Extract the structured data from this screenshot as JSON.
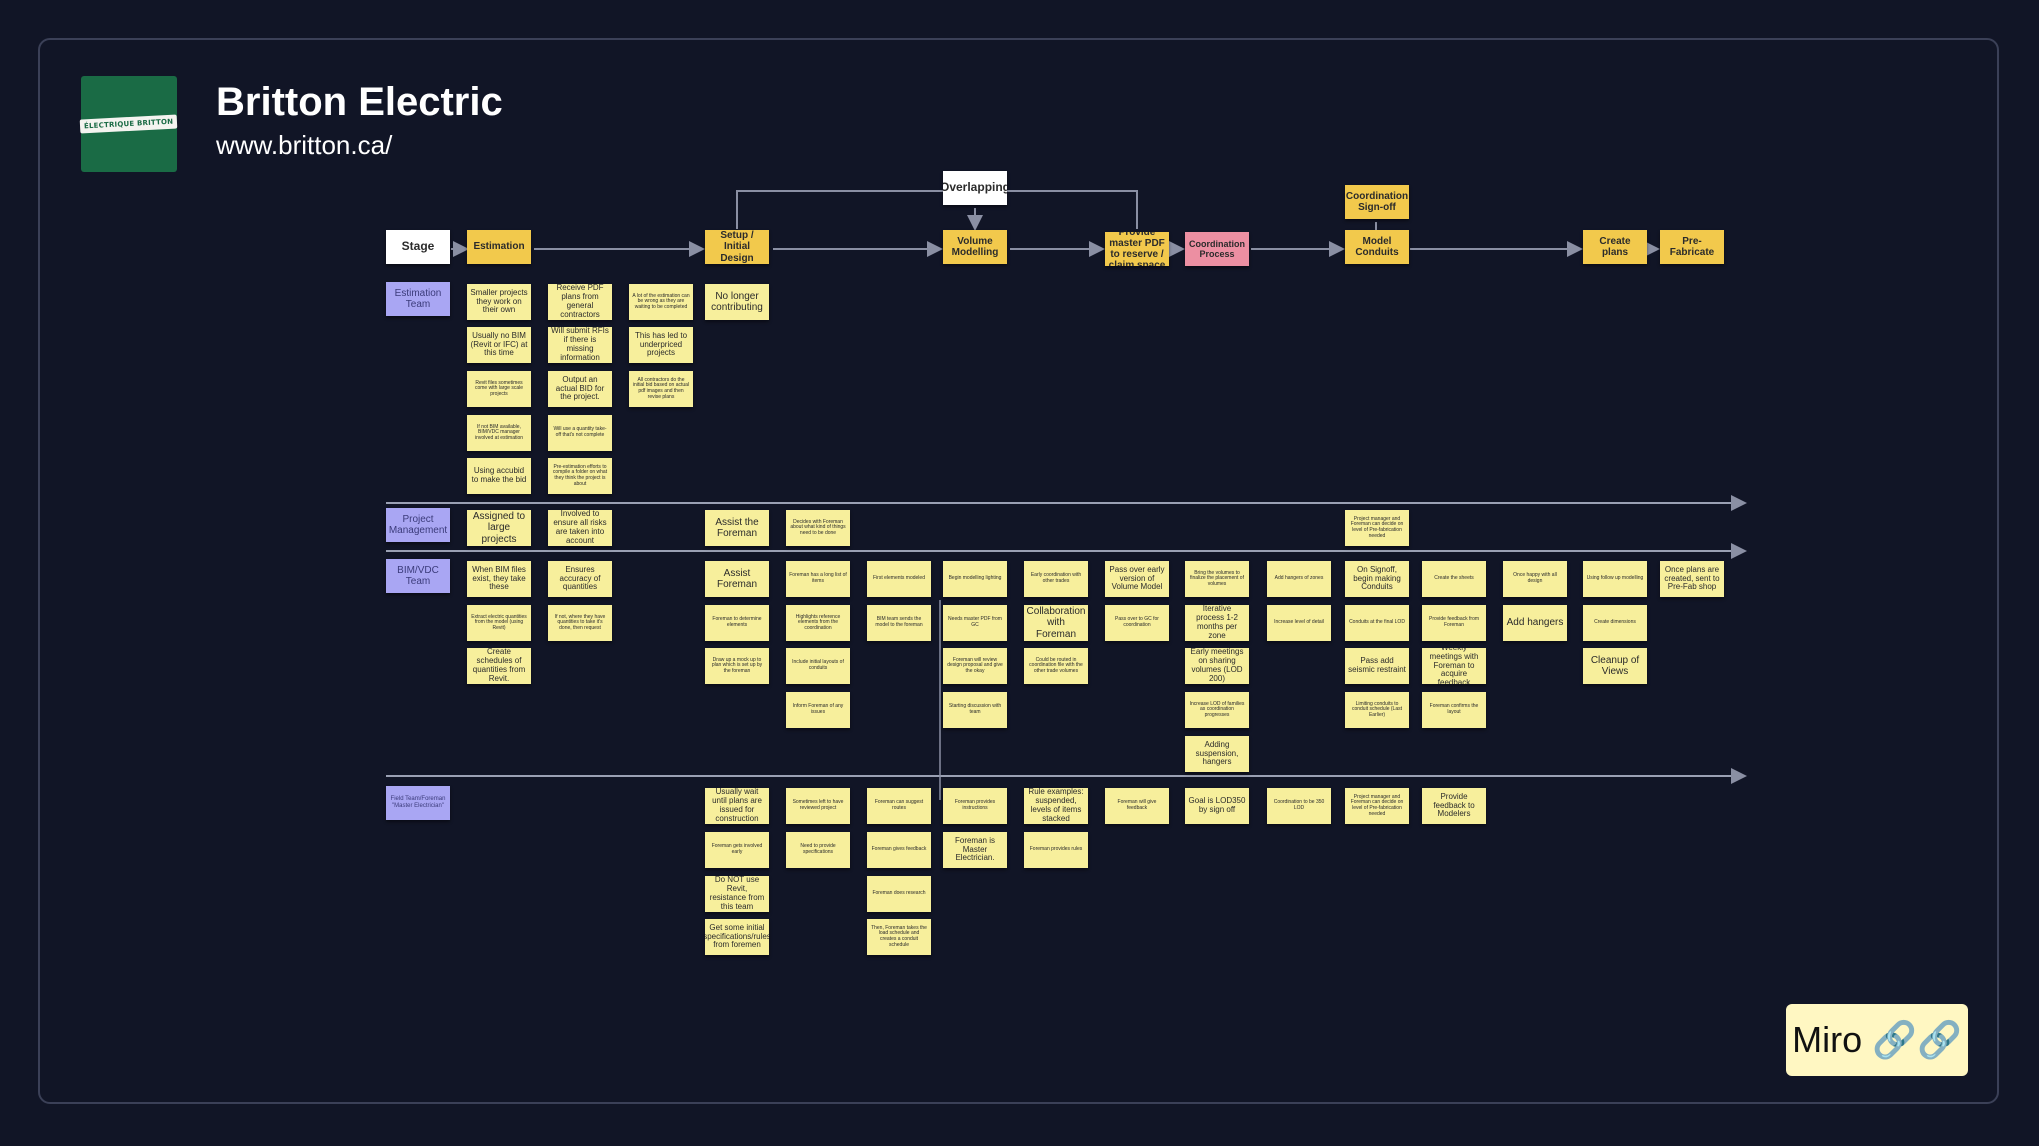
{
  "header": {
    "title": "Britton Electric",
    "url": "www.britton.ca/",
    "logo_text": "ÉLECTRIQUE  BRITTON"
  },
  "colors": {
    "background": "#111526",
    "stage_header": "#f2c94c",
    "sticky": "#f7ef9c",
    "coordination": "#ec8fa2",
    "team_label": "#a9a6f3"
  },
  "badge": {
    "label": "Miro 🔗🔗"
  },
  "board": {
    "overlap_label": "Overlapping",
    "stages": [
      {
        "label": "Stage",
        "kind": "white"
      },
      {
        "label": "Estimation",
        "kind": "head"
      },
      {
        "label": "Setup / Initial Design",
        "kind": "head"
      },
      {
        "label": "Volume Modelling",
        "kind": "head"
      },
      {
        "label": "Provide master PDF to reserve / claim space",
        "kind": "head"
      },
      {
        "label": "Coordination Process",
        "kind": "pink"
      },
      {
        "label": "Coordination Sign-off",
        "kind": "head"
      },
      {
        "label": "Model Conduits",
        "kind": "head"
      },
      {
        "label": "Create plans",
        "kind": "head"
      },
      {
        "label": "Pre-Fabricate",
        "kind": "head"
      }
    ],
    "teams": [
      {
        "label": "Estimation Team"
      },
      {
        "label": "Project Management"
      },
      {
        "label": "BIM/VDC Team"
      },
      {
        "label": "Field Team/Foreman \"Master Electrician\""
      }
    ],
    "notes": [
      {
        "text": "Smaller projects they work on their own",
        "style": "sticky"
      },
      {
        "text": "Usually no BIM (Revit or IFC) at this time",
        "style": "sticky"
      },
      {
        "text": "Revit files sometimes come with large scale projects",
        "style": "sticky tiny"
      },
      {
        "text": "If not BIM available, BIM/VDC manager involved at estimation",
        "style": "sticky tiny"
      },
      {
        "text": "Using accubid to make the bid",
        "style": "sticky"
      },
      {
        "text": "Receive PDF plans from general contractors",
        "style": "sticky"
      },
      {
        "text": "Will submit RFIs if there is missing information",
        "style": "sticky"
      },
      {
        "text": "Output an actual BID for the project.",
        "style": "sticky"
      },
      {
        "text": "Will use a quantity take-off that's not complete",
        "style": "sticky tiny"
      },
      {
        "text": "Pre-estimation efforts to compile a folder on what they think the project is about",
        "style": "sticky tiny"
      },
      {
        "text": "A lot of the estimation can be wrong as they are waiting to be completed",
        "style": "sticky tiny"
      },
      {
        "text": "This has led to underpriced projects",
        "style": "sticky"
      },
      {
        "text": "All contractors do the initial bid based on actual pdf images and then revise plans",
        "style": "sticky tiny"
      },
      {
        "text": "No longer contributing",
        "style": "sticky big"
      },
      {
        "text": "Assigned to large projects",
        "style": "sticky big"
      },
      {
        "text": "Involved to ensure all risks are taken into account",
        "style": "sticky"
      },
      {
        "text": "Assist the Foreman",
        "style": "sticky big"
      },
      {
        "text": "Decides with Foreman about what kind of things need to be done",
        "style": "sticky tiny"
      },
      {
        "text": "Project manager and Foreman can decide on level of Pre-fabrication needed",
        "style": "sticky tiny"
      },
      {
        "text": "When BIM files exist, they take these",
        "style": "sticky"
      },
      {
        "text": "Extract electric quantities from the model (using Revit)",
        "style": "sticky tiny"
      },
      {
        "text": "Create schedules of quantities from Revit.",
        "style": "sticky"
      },
      {
        "text": "Ensures accuracy of quantities",
        "style": "sticky"
      },
      {
        "text": "If not, where they have quantities to take it's done, then request",
        "style": "sticky tiny"
      },
      {
        "text": "Assist Foreman",
        "style": "sticky big"
      },
      {
        "text": "Foreman to determine elements",
        "style": "sticky tiny"
      },
      {
        "text": "Draw up a mock up to plan which is set up by the foreman",
        "style": "sticky tiny"
      },
      {
        "text": "Foreman has a long list of items",
        "style": "sticky tiny"
      },
      {
        "text": "Highlights reference elements from the coordination",
        "style": "sticky tiny"
      },
      {
        "text": "Include initial layouts of conduits",
        "style": "sticky tiny"
      },
      {
        "text": "Inform Foreman of any issues",
        "style": "sticky tiny"
      },
      {
        "text": "First elements modeled",
        "style": "sticky tiny"
      },
      {
        "text": "BIM team sends the model to the foreman",
        "style": "sticky tiny"
      },
      {
        "text": "Begin modelling lighting",
        "style": "sticky tiny"
      },
      {
        "text": "Needs master PDF from GC",
        "style": "sticky tiny"
      },
      {
        "text": "Foreman will review design proposal and give the okay",
        "style": "sticky tiny"
      },
      {
        "text": "Starting discussion with team",
        "style": "sticky tiny"
      },
      {
        "text": "Early coordination with other trades",
        "style": "sticky tiny"
      },
      {
        "text": "Collaboration with Foreman",
        "style": "sticky big"
      },
      {
        "text": "Could be routed in coordination file with the other trade volumes",
        "style": "sticky tiny"
      },
      {
        "text": "Pass over early version of Volume Model",
        "style": "sticky"
      },
      {
        "text": "Pass over to GC for coordination",
        "style": "sticky tiny"
      },
      {
        "text": "Bring the volumes to finalize the placement of volumes",
        "style": "sticky tiny"
      },
      {
        "text": "Iterative process 1-2 months per zone",
        "style": "sticky"
      },
      {
        "text": "Early meetings on sharing volumes (LOD 200)",
        "style": "sticky"
      },
      {
        "text": "Increase LOD of families as coordination progresses",
        "style": "sticky tiny"
      },
      {
        "text": "Adding suspension, hangers",
        "style": "sticky"
      },
      {
        "text": "Add hangers of zones",
        "style": "sticky tiny"
      },
      {
        "text": "Increase level of detail",
        "style": "sticky tiny"
      },
      {
        "text": "On Signoff, begin making Conduits",
        "style": "sticky"
      },
      {
        "text": "Conduits at the final LOD",
        "style": "sticky tiny"
      },
      {
        "text": "Pass add seismic restraint",
        "style": "sticky"
      },
      {
        "text": "Limiting conduits to conduit schedule (Last Earlier)",
        "style": "sticky tiny"
      },
      {
        "text": "Create the sheets",
        "style": "sticky tiny"
      },
      {
        "text": "Provide feedback from Foreman",
        "style": "sticky tiny"
      },
      {
        "text": "Weekly meetings with Foreman to acquire feedback",
        "style": "sticky"
      },
      {
        "text": "Foreman confirms the layout",
        "style": "sticky tiny"
      },
      {
        "text": "Once happy with all design",
        "style": "sticky tiny"
      },
      {
        "text": "Add hangers",
        "style": "sticky big"
      },
      {
        "text": "Using follow up modelling",
        "style": "sticky tiny"
      },
      {
        "text": "Create dimensions",
        "style": "sticky tiny"
      },
      {
        "text": "Cleanup of Views",
        "style": "sticky big"
      },
      {
        "text": "Once plans are created, sent to Pre-Fab shop",
        "style": "sticky"
      },
      {
        "text": "Usually wait until plans are issued for construction",
        "style": "sticky"
      },
      {
        "text": "Foreman gets involved early",
        "style": "sticky tiny"
      },
      {
        "text": "Do NOT use Revit, resistance from this team",
        "style": "sticky"
      },
      {
        "text": "Get some initial specifications/rules from foremen",
        "style": "sticky"
      },
      {
        "text": "Sometimes left to have reviewed project",
        "style": "sticky tiny"
      },
      {
        "text": "Need to provide specifications",
        "style": "sticky tiny"
      },
      {
        "text": "Foreman can suggest routes",
        "style": "sticky tiny"
      },
      {
        "text": "Foreman gives feedback",
        "style": "sticky tiny"
      },
      {
        "text": "Foreman does research",
        "style": "sticky tiny"
      },
      {
        "text": "Then, Foreman takes the load schedule and creates a conduit schedule",
        "style": "sticky tiny"
      },
      {
        "text": "Foreman provides instructions",
        "style": "sticky tiny"
      },
      {
        "text": "Foreman is Master Electrician.",
        "style": "sticky"
      },
      {
        "text": "Rule examples: suspended, levels of items stacked",
        "style": "sticky"
      },
      {
        "text": "Foreman provides rules",
        "style": "sticky tiny"
      },
      {
        "text": "Foreman will give feedback",
        "style": "sticky tiny"
      },
      {
        "text": "Goal is LOD350 by sign off",
        "style": "sticky"
      },
      {
        "text": "Coordination to be 350 LOD",
        "style": "sticky tiny"
      },
      {
        "text": "Project manager and Foreman can decide on level of Pre-fabrication needed",
        "style": "sticky tiny"
      },
      {
        "text": "Provide feedback to Modelers",
        "style": "sticky"
      }
    ]
  }
}
